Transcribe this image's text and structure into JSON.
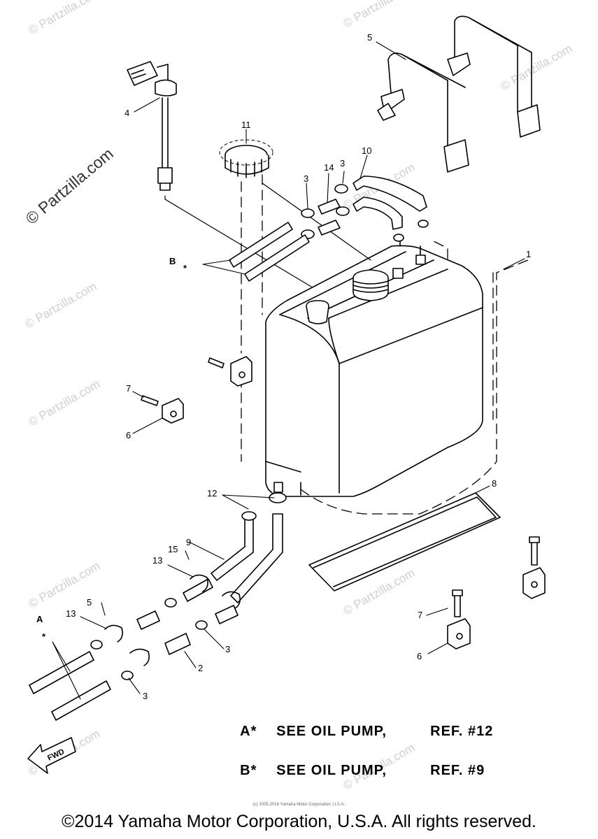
{
  "watermark": {
    "main": "© Partzilla.com",
    "faded": "© Partzilla.com"
  },
  "callouts": {
    "c1": "1",
    "c2": "2",
    "c3a": "3",
    "c3b": "3",
    "c3c": "3",
    "c3d": "3",
    "c4": "4",
    "c5": "5",
    "c5b": "5",
    "c6a": "6",
    "c6b": "6",
    "c7a": "7",
    "c7b": "7",
    "c8": "8",
    "c9": "9",
    "c10": "10",
    "c11": "11",
    "c12": "12",
    "c13a": "13",
    "c13b": "13",
    "c14": "14",
    "c15": "15",
    "a_label": "A",
    "b_label": "B",
    "a_star": "*",
    "b_star": "*"
  },
  "fwd_label": "FWD",
  "notes": {
    "a_key": "A*",
    "a_text": "SEE OIL PUMP,",
    "a_ref": "REF. #12",
    "b_key": "B*",
    "b_text": "SEE OIL PUMP,",
    "b_ref": "REF. #9"
  },
  "small_copyright": "(c) 2005-2016 Yamaha Motor Corporation, U.S.A.",
  "copyright": "©2014 Yamaha Motor Corporation, U.S.A. All rights reserved."
}
